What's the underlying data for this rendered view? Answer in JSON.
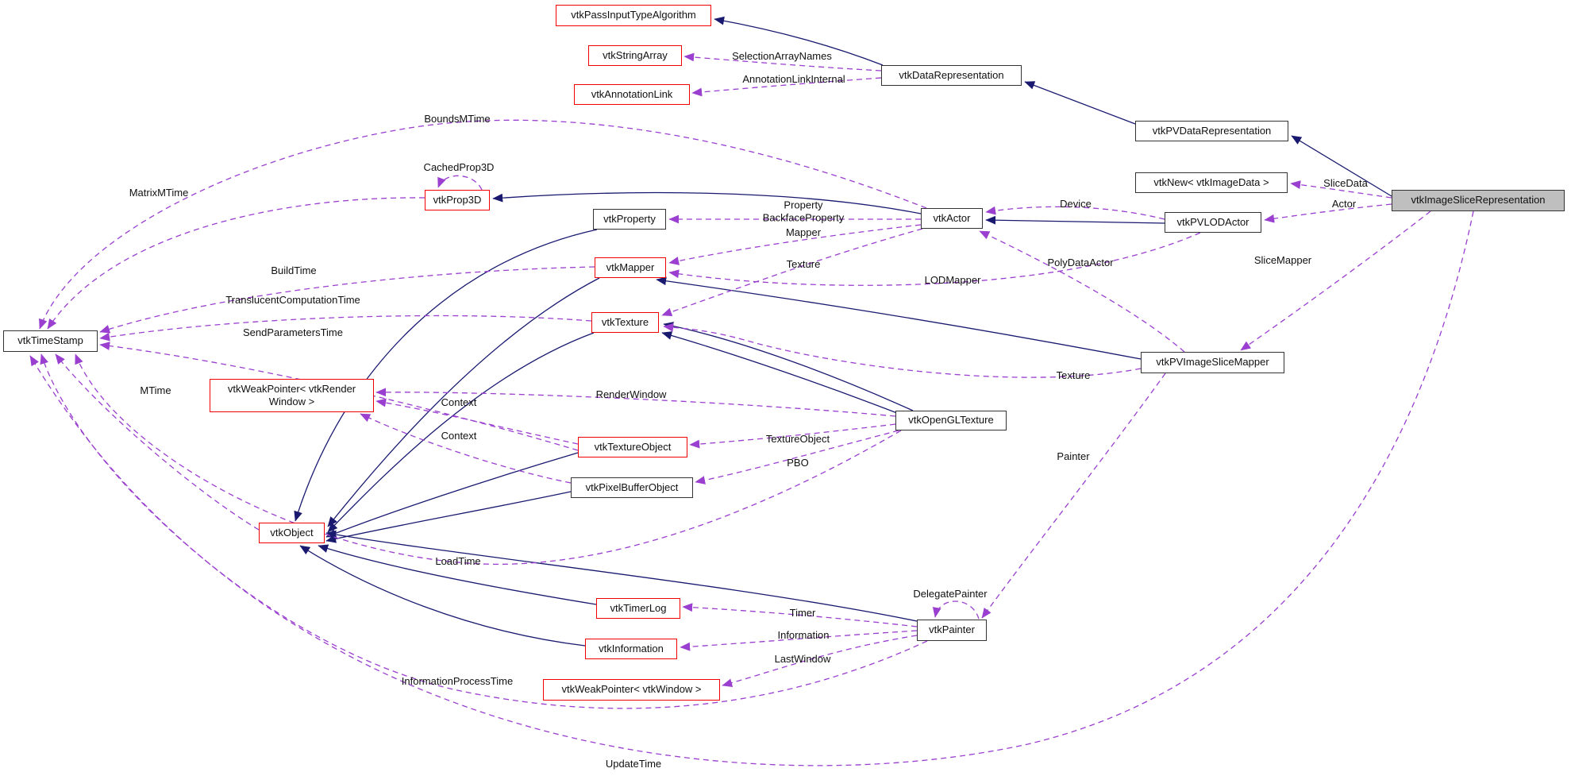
{
  "diagram": {
    "kind": "doxygen-collaboration-graph",
    "focus_class": "vtkImageSliceRepresentation"
  },
  "colors": {
    "inheritance_edge": "#191970",
    "usage_edge": "#9a3fcf",
    "truncated_node_border": "#f20000",
    "normal_node_border": "#333333",
    "focus_node_fill": "#bfbfbf",
    "background": "#ffffff",
    "text": "#101010"
  },
  "nodes": [
    {
      "id": "passInput",
      "label": "vtkPassInputTypeAlgorithm",
      "variant": "red"
    },
    {
      "id": "stringArray",
      "label": "vtkStringArray",
      "variant": "red"
    },
    {
      "id": "annotationLink",
      "label": "vtkAnnotationLink",
      "variant": "red"
    },
    {
      "id": "dataRep",
      "label": "vtkDataRepresentation",
      "variant": "dark"
    },
    {
      "id": "pvDataRep",
      "label": "vtkPVDataRepresentation",
      "variant": "dark"
    },
    {
      "id": "vtkNew",
      "label": "vtkNew< vtkImageData >",
      "variant": "dark"
    },
    {
      "id": "target",
      "label": "vtkImageSliceRepresentation",
      "variant": "highlight"
    },
    {
      "id": "prop3d",
      "label": "vtkProp3D",
      "variant": "red"
    },
    {
      "id": "property",
      "label": "vtkProperty",
      "variant": "dark"
    },
    {
      "id": "actor",
      "label": "vtkActor",
      "variant": "dark"
    },
    {
      "id": "pvlod",
      "label": "vtkPVLODActor",
      "variant": "dark"
    },
    {
      "id": "mapper",
      "label": "vtkMapper",
      "variant": "red"
    },
    {
      "id": "texture",
      "label": "vtkTexture",
      "variant": "red"
    },
    {
      "id": "pvism",
      "label": "vtkPVImageSliceMapper",
      "variant": "dark"
    },
    {
      "id": "timeStamp",
      "label": "vtkTimeStamp",
      "variant": "dark"
    },
    {
      "id": "wprw",
      "label": "vtkWeakPointer< vtkRender\nWindow >",
      "variant": "red"
    },
    {
      "id": "ogl",
      "label": "vtkOpenGLTexture",
      "variant": "dark"
    },
    {
      "id": "texObj",
      "label": "vtkTextureObject",
      "variant": "red"
    },
    {
      "id": "pbo",
      "label": "vtkPixelBufferObject",
      "variant": "dark"
    },
    {
      "id": "vtkObject",
      "label": "vtkObject",
      "variant": "red"
    },
    {
      "id": "timerLog",
      "label": "vtkTimerLog",
      "variant": "red"
    },
    {
      "id": "information",
      "label": "vtkInformation",
      "variant": "red"
    },
    {
      "id": "wpw",
      "label": "vtkWeakPointer< vtkWindow >",
      "variant": "red"
    },
    {
      "id": "painter",
      "label": "vtkPainter",
      "variant": "dark"
    }
  ],
  "edges": [
    {
      "id": "i1",
      "from": "vtkDataRepresentation",
      "to": "vtkPassInputTypeAlgorithm",
      "type": "inheritance"
    },
    {
      "id": "i2",
      "from": "vtkPVDataRepresentation",
      "to": "vtkDataRepresentation",
      "type": "inheritance"
    },
    {
      "id": "i3",
      "from": "vtkImageSliceRepresentation",
      "to": "vtkPVDataRepresentation",
      "type": "inheritance"
    },
    {
      "id": "i4",
      "from": "vtkActor",
      "to": "vtkProp3D",
      "type": "inheritance"
    },
    {
      "id": "i5",
      "from": "vtkPVLODActor",
      "to": "vtkActor",
      "type": "inheritance"
    },
    {
      "id": "i6",
      "from": "vtkOpenGLTexture",
      "to": "vtkTexture",
      "type": "inheritance"
    },
    {
      "id": "i7",
      "from": "vtkPVImageSliceMapper",
      "to": "vtkMapper",
      "type": "inheritance"
    },
    {
      "id": "i8",
      "from": "vtkProperty",
      "to": "vtkObject",
      "type": "inheritance"
    },
    {
      "id": "i9",
      "from": "vtkMapper",
      "to": "vtkObject",
      "type": "inheritance"
    },
    {
      "id": "i10",
      "from": "vtkTexture",
      "to": "vtkObject",
      "type": "inheritance"
    },
    {
      "id": "i11",
      "from": "vtkTextureObject",
      "to": "vtkObject",
      "type": "inheritance"
    },
    {
      "id": "i12",
      "from": "vtkPixelBufferObject",
      "to": "vtkObject",
      "type": "inheritance"
    },
    {
      "id": "i13",
      "from": "vtkTimerLog",
      "to": "vtkObject",
      "type": "inheritance"
    },
    {
      "id": "i14",
      "from": "vtkInformation",
      "to": "vtkObject",
      "type": "inheritance"
    },
    {
      "id": "i15",
      "from": "vtkPainter",
      "to": "vtkObject",
      "type": "inheritance"
    },
    {
      "id": "u1",
      "from": "vtkDataRepresentation",
      "to": "vtkStringArray",
      "type": "usage",
      "label": "SelectionArrayNames"
    },
    {
      "id": "u2",
      "from": "vtkDataRepresentation",
      "to": "vtkAnnotationLink",
      "type": "usage",
      "label": "AnnotationLinkInternal"
    },
    {
      "id": "u3",
      "from": "vtkActor",
      "to": "vtkTimeStamp",
      "type": "usage",
      "label": "BoundsMTime"
    },
    {
      "id": "u4",
      "from": "vtkProp3D",
      "to": "vtkTimeStamp",
      "type": "usage",
      "label": "MatrixMTime"
    },
    {
      "id": "u5",
      "from": "vtkProp3D",
      "to": "vtkProp3D",
      "type": "usage",
      "label": "CachedProp3D"
    },
    {
      "id": "u6",
      "from": "vtkActor",
      "to": "vtkProperty",
      "type": "usage",
      "label": "Property\nBackfaceProperty"
    },
    {
      "id": "u7",
      "from": "vtkActor",
      "to": "vtkMapper",
      "type": "usage",
      "label": "Mapper"
    },
    {
      "id": "u8",
      "from": "vtkActor",
      "to": "vtkTexture",
      "type": "usage",
      "label": "Texture"
    },
    {
      "id": "u9",
      "from": "vtkPVLODActor",
      "to": "vtkMapper",
      "type": "usage",
      "label": "LODMapper"
    },
    {
      "id": "u10",
      "from": "vtkPVLODActor",
      "to": "vtkActor",
      "type": "usage",
      "label": "Device"
    },
    {
      "id": "u11",
      "from": "vtkPVImageSliceMapper",
      "to": "vtkActor",
      "type": "usage",
      "label": "PolyDataActor"
    },
    {
      "id": "u12",
      "from": "vtkImageSliceRepresentation",
      "to": "vtkNew< vtkImageData >",
      "type": "usage",
      "label": "SliceData"
    },
    {
      "id": "u13",
      "from": "vtkImageSliceRepresentation",
      "to": "vtkPVLODActor",
      "type": "usage",
      "label": "Actor"
    },
    {
      "id": "u14",
      "from": "vtkImageSliceRepresentation",
      "to": "vtkPVImageSliceMapper",
      "type": "usage",
      "label": "SliceMapper"
    },
    {
      "id": "u15",
      "from": "vtkPVImageSliceMapper",
      "to": "vtkTexture",
      "type": "usage",
      "label": "Texture"
    },
    {
      "id": "u16",
      "from": "vtkPVImageSliceMapper",
      "to": "vtkPainter",
      "type": "usage",
      "label": "Painter"
    },
    {
      "id": "u17",
      "from": "vtkOpenGLTexture",
      "to": "vtkWeakPointer< vtkRenderWindow >",
      "type": "usage",
      "label": "RenderWindow"
    },
    {
      "id": "u18",
      "from": "vtkTextureObject",
      "to": "vtkWeakPointer< vtkRenderWindow >",
      "type": "usage",
      "label": "Context"
    },
    {
      "id": "u19",
      "from": "vtkPixelBufferObject",
      "to": "vtkWeakPointer< vtkRenderWindow >",
      "type": "usage",
      "label": "Context"
    },
    {
      "id": "u20",
      "from": "vtkOpenGLTexture",
      "to": "vtkTextureObject",
      "type": "usage",
      "label": "TextureObject"
    },
    {
      "id": "u21",
      "from": "vtkOpenGLTexture",
      "to": "vtkPixelBufferObject",
      "type": "usage",
      "label": "PBO"
    },
    {
      "id": "u22",
      "from": "vtkOpenGLTexture",
      "to": "vtkTimeStamp",
      "type": "usage",
      "label": "LoadTime"
    },
    {
      "id": "u23",
      "from": "vtkMapper",
      "to": "vtkTimeStamp",
      "type": "usage",
      "label": "BuildTime"
    },
    {
      "id": "u24",
      "from": "vtkTexture",
      "to": "vtkTimeStamp",
      "type": "usage",
      "label": "TranslucentComputationTime"
    },
    {
      "id": "u25",
      "from": "vtkTextureObject",
      "to": "vtkTimeStamp",
      "type": "usage",
      "label": "SendParametersTime"
    },
    {
      "id": "u26",
      "from": "vtkObject",
      "to": "vtkTimeStamp",
      "type": "usage",
      "label": "MTime"
    },
    {
      "id": "u27",
      "from": "vtkPainter",
      "to": "vtkPainter",
      "type": "usage",
      "label": "DelegatePainter"
    },
    {
      "id": "u28",
      "from": "vtkPainter",
      "to": "vtkTimerLog",
      "type": "usage",
      "label": "Timer"
    },
    {
      "id": "u29",
      "from": "vtkPainter",
      "to": "vtkInformation",
      "type": "usage",
      "label": "Information"
    },
    {
      "id": "u30",
      "from": "vtkPainter",
      "to": "vtkWeakPointer< vtkWindow >",
      "type": "usage",
      "label": "LastWindow"
    },
    {
      "id": "u31",
      "from": "vtkPainter",
      "to": "vtkTimeStamp",
      "type": "usage",
      "label": "InformationProcessTime"
    },
    {
      "id": "u32",
      "from": "vtkImageSliceRepresentation",
      "to": "vtkTimeStamp",
      "type": "usage",
      "label": "UpdateTime"
    }
  ]
}
